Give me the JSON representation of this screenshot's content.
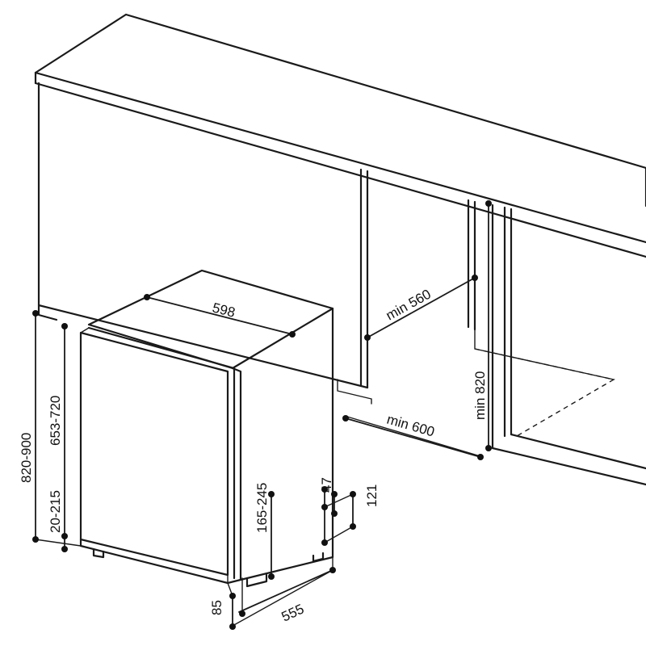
{
  "dimensions": {
    "width": "598",
    "min_width": "min 560",
    "min_depth": "min 600",
    "min_height": "min 820",
    "height_total": "820-900",
    "height_door": "653-720",
    "height_base": "20-215",
    "plinth_height": "165-245",
    "foot_offset_top": "47",
    "foot_height": "121",
    "front_offset": "85",
    "depth": "555"
  }
}
